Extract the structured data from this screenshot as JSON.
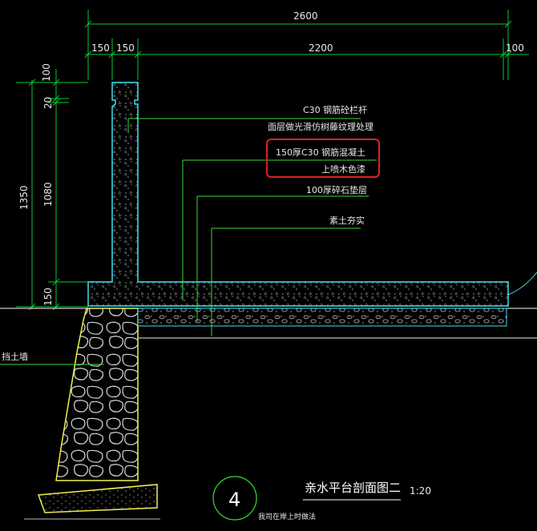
{
  "dimensions": {
    "overall_top": "2600",
    "seg_1": "150",
    "seg_2": "150",
    "seg_3": "2200",
    "seg_4": "100",
    "left_100": "100",
    "left_20": "20",
    "left_1350": "1350",
    "left_1080": "1080",
    "left_150": "150"
  },
  "callouts": {
    "railing_1": "C30 钢筋砼栏杆",
    "railing_2": "面层做光滑仿树藤纹理处理",
    "slab_1": "150厚C30 钢筋混凝土",
    "slab_2": "上喷木色漆",
    "gravel": "100厚碎石垫层",
    "soil": "素土夯实",
    "retaining_wall": "挡土墙"
  },
  "title": {
    "circle_number": "4",
    "name": "亲水平台剖面图二",
    "scale": "1:20",
    "subnote": "我司在岸上时做法"
  },
  "colors": {
    "background": "#000000",
    "dimension_lines": "#00cc33",
    "section_outline": "#40e0f0",
    "wall_outline": "#f0f050",
    "leader_lines": "#33dd33",
    "highlight_box": "#e02020",
    "title_circle": "#33dd33"
  }
}
